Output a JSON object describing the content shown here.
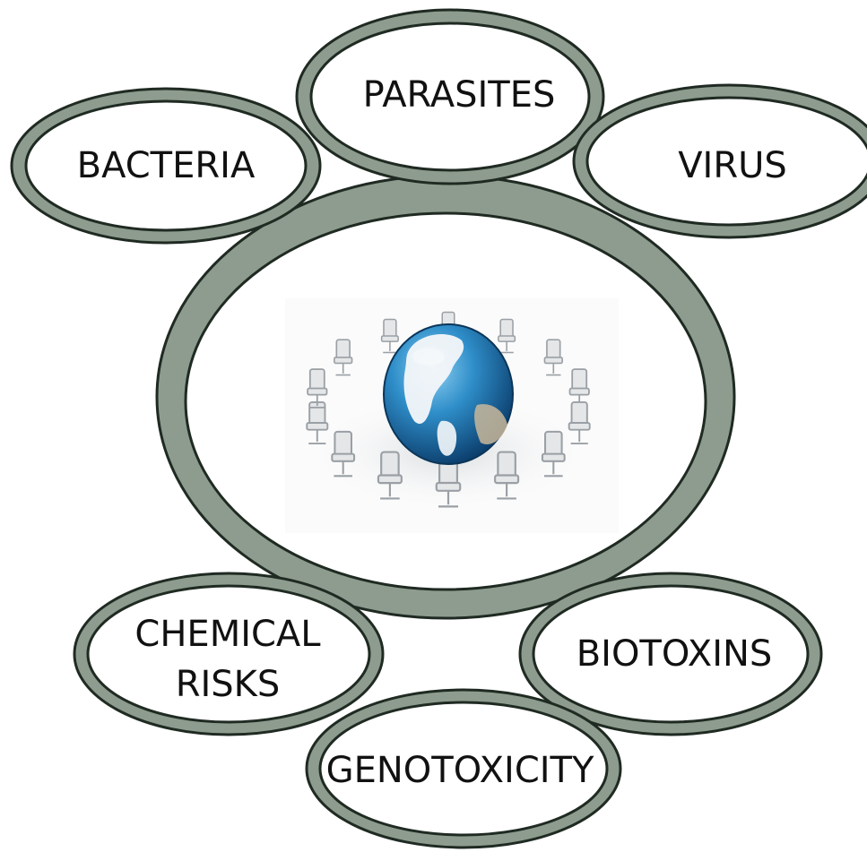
{
  "diagram": {
    "center_image": "globe-with-chairs-icon",
    "ring_color": "#8d9c8e",
    "outline_color": "#1f2a22",
    "hazards": [
      {
        "name": "bacteria",
        "lines": [
          "BACTERIA"
        ]
      },
      {
        "name": "parasites",
        "lines": [
          "PARASITES"
        ]
      },
      {
        "name": "virus",
        "lines": [
          "VIRUS"
        ]
      },
      {
        "name": "chemical-risks",
        "lines": [
          "CHEMICAL",
          "RISKS"
        ]
      },
      {
        "name": "biotoxins",
        "lines": [
          "BIOTOXINS"
        ]
      },
      {
        "name": "genotoxicity",
        "lines": [
          "GENOTOXICITY"
        ]
      }
    ]
  }
}
